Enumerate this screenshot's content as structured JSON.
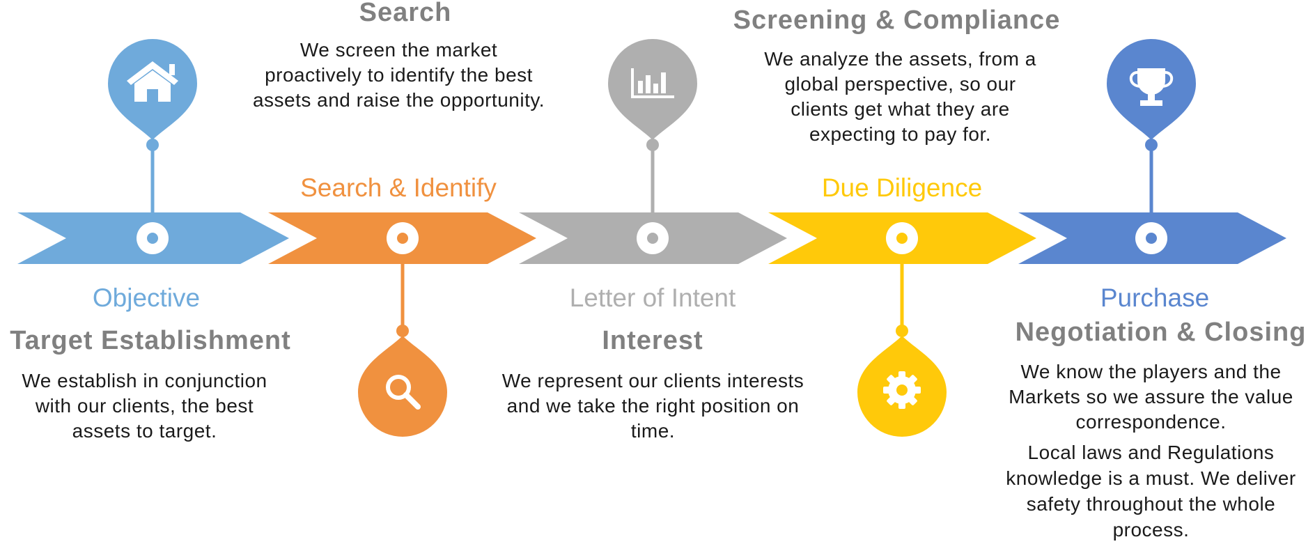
{
  "colors": {
    "blue_light": "#6FAADB",
    "orange": "#F0913F",
    "gray": "#AFAFAF",
    "yellow": "#FFC90A",
    "blue_dark": "#5A86CF",
    "heading_gray": "#808080",
    "body_text": "#1a1a1a"
  },
  "steps": [
    {
      "label": "Objective",
      "color": "#6FAADB",
      "icon": "home-icon",
      "pin_position": "top",
      "heading": "Target Establishment",
      "description": "We establish in conjunction with our clients, the best assets to target."
    },
    {
      "label": "Search & Identify",
      "color": "#F0913F",
      "icon": "search-icon",
      "pin_position": "bottom",
      "heading": "Search",
      "description": "We screen the market proactively to identify the best assets and raise the opportunity."
    },
    {
      "label": "Letter of Intent",
      "color": "#AFAFAF",
      "icon": "bar-chart-icon",
      "pin_position": "top",
      "heading": "Interest",
      "description": "We represent our clients interests and we take the right position on time."
    },
    {
      "label": "Due Diligence",
      "color": "#FFC90A",
      "icon": "gear-icon",
      "pin_position": "bottom",
      "heading": "Screening & Compliance",
      "description": "We analyze the assets, from a global perspective, so our clients get what they are expecting to pay for."
    },
    {
      "label": "Purchase",
      "color": "#5A86CF",
      "icon": "trophy-icon",
      "pin_position": "top",
      "heading": "Negotiation & Closing",
      "description": "We know the players and the Markets so we assure the value correspondence.",
      "description_2": "Local laws and Regulations knowledge is a must. We deliver safety throughout the whole process."
    }
  ]
}
